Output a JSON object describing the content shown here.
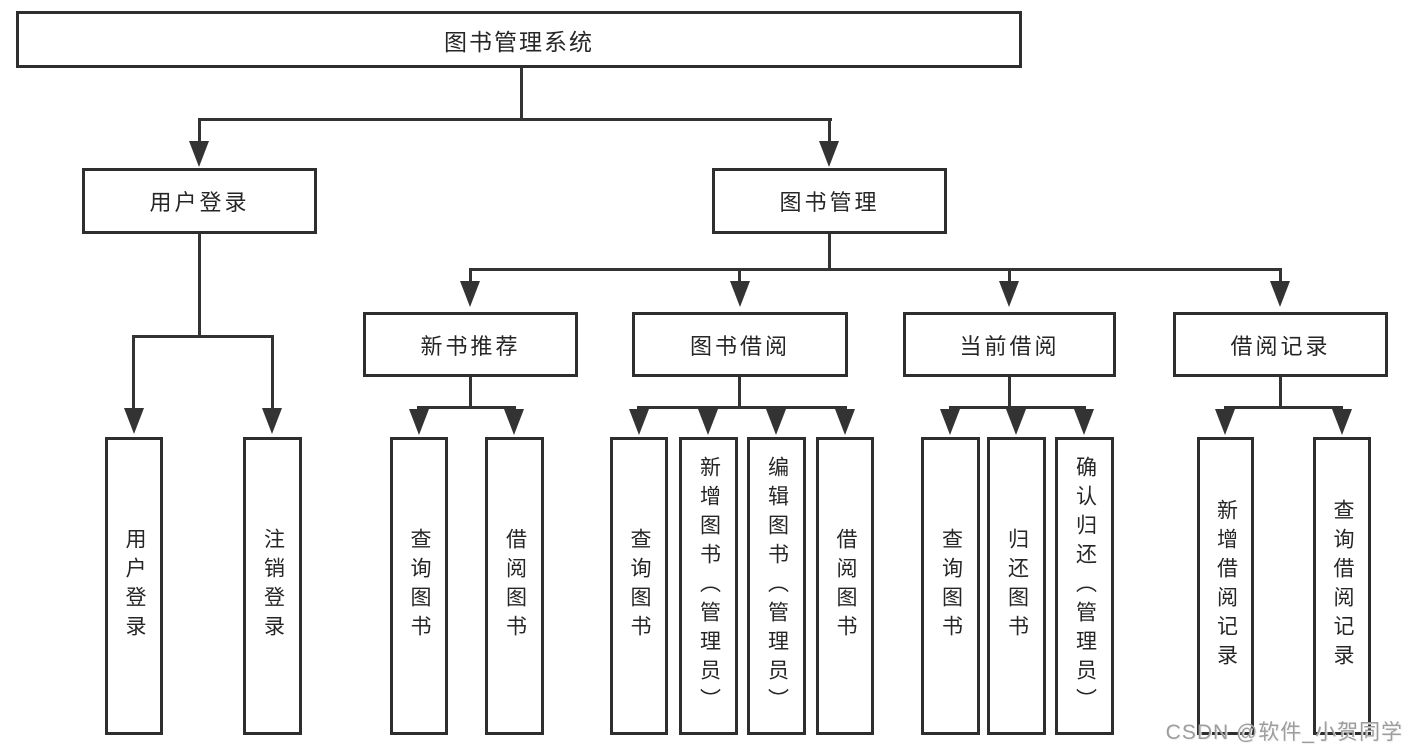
{
  "nodes": {
    "root": "图书管理系统",
    "user_login": "用户登录",
    "book_mgmt": "图书管理",
    "new_books": "新书推荐",
    "book_borrow": "图书借阅",
    "current_borrow": "当前借阅",
    "borrow_records": "借阅记录",
    "leaves": {
      "login": [
        "用户登录",
        "注销登录"
      ],
      "new_books": [
        "查询图书",
        "借阅图书"
      ],
      "book_borrow": [
        "查询图书",
        "新增图书（管理员）",
        "编辑图书（管理员）",
        "借阅图书"
      ],
      "current_borrow": [
        "查询图书",
        "归还图书",
        "确认归还（管理员）"
      ],
      "borrow_records": [
        "新增借阅记录",
        "查询借阅记录"
      ]
    }
  },
  "watermark": "CSDN @软件_小贺同学",
  "colors": {
    "line": "#333333",
    "box_border": "#2e2e2e",
    "text": "#262626",
    "watermark": "#9d9d9d",
    "background": "#ffffff"
  }
}
